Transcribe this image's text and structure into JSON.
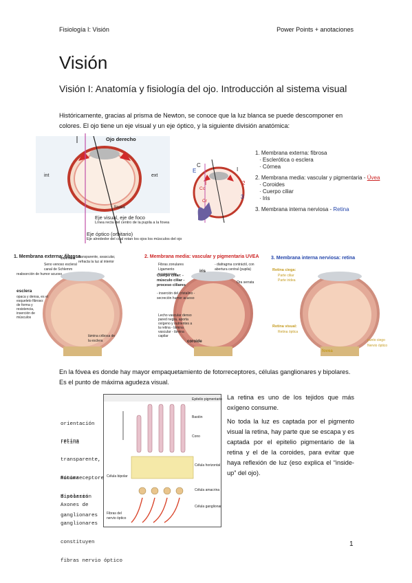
{
  "header": {
    "left": "Fisiología I: Visión",
    "right": "Power Points + anotaciones"
  },
  "title": "Visión",
  "subtitle": "Visión I: Anatomía y fisiología del ojo. Introducción al sistema visual",
  "intro": "Históricamente, gracias al prisma de Newton, se conoce que la luz blanca se puede descomponer en colores. El ojo tiene un eje visual y un eje óptico, y la siguiente división anatómica:",
  "fig1": {
    "title": "Ojo derecho",
    "int": "int",
    "ext": "ext",
    "fovea": "fovea",
    "eje_visual": "Eje visual, eje de foco",
    "eje_visual_sub": "Línea recta del centro de la pupila a la fovea",
    "eje_optico": "Eje óptico (orbitario)",
    "eje_optico_sub": "Eje alrededor del cual rotan los ojos los músculos del ojo"
  },
  "fig2": {
    "c": "C",
    "e": "E",
    "i": "I",
    "n2": "2",
    "n3": "3",
    "roman": "I",
    "cc": "Cc",
    "cr": "Cr"
  },
  "legend": {
    "m1": "1. Membrana externa: fibrosa",
    "m1a": "· Esclerótica o esclera",
    "m1b": "· Córnea",
    "m2": "2. Membrana media: vascular y pigmentaria - ",
    "m2u": "Úvea",
    "m2a": "· Coroides",
    "m2b": "· Cuerpo ciliar",
    "m2c": "· Iris",
    "m3": "3. Membrana interna nerviosa - ",
    "m3r": "Retina"
  },
  "row": {
    "p1_title": "1. Membrana externa: fibrosa",
    "p1_cornea": "córnea",
    "p1_cornea_sub": "transparente, avascular, refracta la luz al interior",
    "p1_sen": "Seno venoso escleral canal de Schlemm",
    "p1_acuoso": "reabsorción de humor acuoso",
    "p1_esclera": "esclera",
    "p1_esclera_sub": "opaca y densa, es el esqueleto fibroso: de forma y resistencia, inserción de músculos",
    "p1_lamina": "lámina cribosa de la esclera",
    "p2_title": "2. Membrana media: vascular y pigmentaria UVEA",
    "p2_fibras": "Fibras zonulares Ligamento suspensorio",
    "p2_cuerpo": "Cuerpo ciliar: -músculo ciliar -proceso ciliares",
    "p2_iris": "iris",
    "p2_diafragma": "- diafragma contráctil, con abertura central (pupila)",
    "p2_ora": "Ora serrata",
    "p2_cristalino": "- inserción del cristalino - secreción humor acuoso",
    "p2_lecho": "Lecho vascular denso pared negra, aporta oxígeno y nutrientes a la retina - lámina vascular - lámina capilar",
    "p2_coroide": "coroide",
    "p3_title": "3. Membrana interna nerviosa: retina",
    "p3_ciega": "Retina ciega:",
    "p3_ciega_a": "Parte ciliar",
    "p3_ciega_b": "Parte iridea",
    "p3_visual": "Retina visual:",
    "p3_visual_a": "Retina óptica",
    "p3_punto": "punto ciego",
    "p3_nervio": "Nervio óptico",
    "p3_fovea": "fovea"
  },
  "fovea_text": "En la fóvea es donde hay mayor empaquetamiento de fotorreceptores, células ganglionares y bipolares. Es el punto de máxima agudeza visual.",
  "side_notes": {
    "a1": "orientación",
    "a2": "retina",
    "b1": "retina",
    "b2": "transparente,",
    "b3": "mínima",
    "b4": "distorsión",
    "c1": "Fotorreceptores",
    "c2": "Bipolares",
    "c3": "ganglionares",
    "d1": "Axones de",
    "d2": "ganglionares",
    "d3": "constituyen",
    "d4": "fibras nervio óptico"
  },
  "retina_fig": {
    "epitelio": "Epitelio pigmentario",
    "baston": "Bastón",
    "cono": "Cono",
    "horizontal": "Célula horizontal",
    "bipolar": "Célula bipolar",
    "amacrina": "Célula amacrina",
    "ganglionar": "Célula ganglionar",
    "fibras": "Fibras del nervio óptico"
  },
  "retina_text1": "La retina es uno de los tejidos que más oxígeno consume.",
  "retina_text2": "No toda la luz es captada por el pigmento visual la retina, hay parte que se escapa y es captada por el epitelio pigmentario de la retina y el de la coroides, para evitar que haya reflexión de luz (eso explica el “inside-up” del ojo).",
  "page_number": "1",
  "colors": {
    "red": "#cc2222",
    "blue": "#2244aa",
    "sclera": "#e3a897",
    "inner": "#f4d7c3",
    "retina_layer": "#e8c8cf"
  }
}
